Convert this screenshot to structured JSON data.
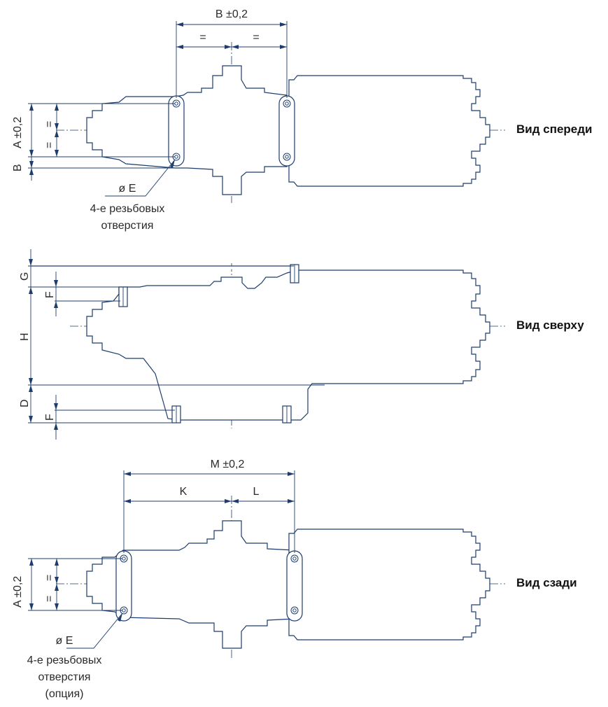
{
  "colors": {
    "line": "#1c3d6e",
    "text": "#2a2a2a",
    "background": "#ffffff"
  },
  "views": {
    "front": "Вид спереди",
    "top": "Вид сверху",
    "rear": "Вид сзади"
  },
  "front_dims": {
    "b_top": "B ±0,2",
    "eq_left": "=",
    "eq_right": "=",
    "a_vert": "A ±0,2",
    "b_vert": "B",
    "eq_v1": "=",
    "eq_v2": "=",
    "diam": "ø E",
    "holes_line1": "4-е резьбовых",
    "holes_line2": "отверстия"
  },
  "top_dims": {
    "g": "G",
    "f1": "F",
    "h": "H",
    "d": "D",
    "f2": "F"
  },
  "rear_dims": {
    "m_top": "M ±0,2",
    "k": "K",
    "l": "L",
    "a_vert": "A ±0,2",
    "eq_v1": "=",
    "eq_v2": "=",
    "diam": "ø E",
    "holes_line1": "4-е резьбовых",
    "holes_line2": "отверстия",
    "holes_line3": "(опция)"
  }
}
